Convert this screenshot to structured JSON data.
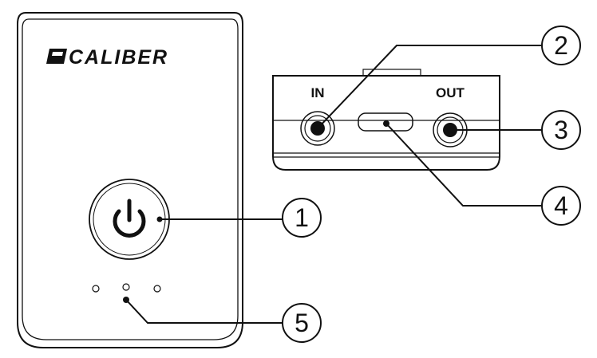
{
  "brand": {
    "logo": "CALIBER"
  },
  "ports": {
    "in_label": "IN",
    "out_label": "OUT"
  },
  "callouts": [
    {
      "number": "1",
      "target": "power button"
    },
    {
      "number": "2",
      "target": "IN jack"
    },
    {
      "number": "3",
      "target": "OUT jack"
    },
    {
      "number": "4",
      "target": "USB charging port"
    },
    {
      "number": "5",
      "target": "LED indicators"
    }
  ],
  "icons": {
    "power": "power-icon"
  }
}
